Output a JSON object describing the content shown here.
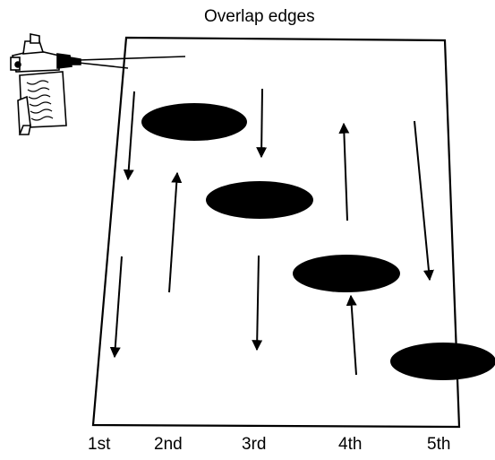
{
  "title": "Overlap edges",
  "passes": [
    {
      "label": "1st",
      "direction": "down"
    },
    {
      "label": "2nd",
      "direction": "up"
    },
    {
      "label": "3rd",
      "direction": "down"
    },
    {
      "label": "4th",
      "direction": "up"
    },
    {
      "label": "5th",
      "direction": "down"
    }
  ],
  "colors": {
    "ink": "#000000",
    "background": "#ffffff"
  },
  "icons": [
    "spray-gun-icon"
  ]
}
